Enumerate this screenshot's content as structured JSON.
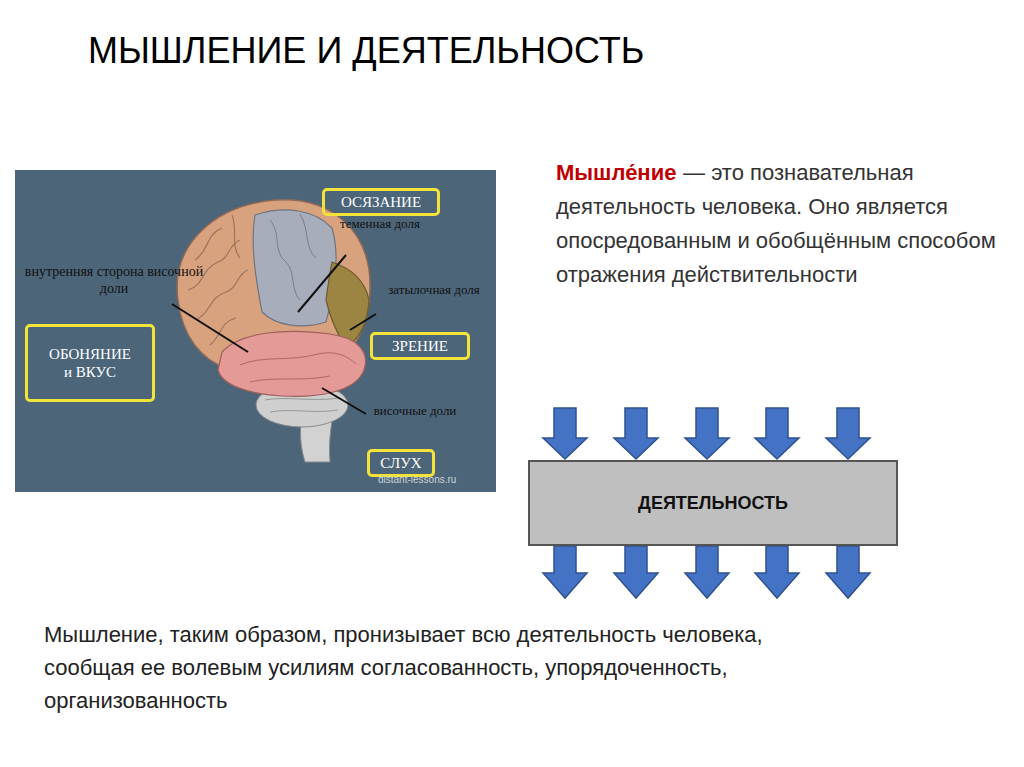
{
  "diagram": {
    "title": "МЫШЛЕНИЕ И ДЕЯТЕЛЬНОСТЬ",
    "nodes": [
      {
        "text": [
          "ОСЯЗАНИЕ"
        ]
      },
      {
        "text": [
          "ОБОНЯНИЕ и ВКУС"
        ]
      },
      {
        "text": [
          "ЗРЕНИЕ"
        ]
      },
      {
        "text": [
          "СЛУХ"
        ]
      },
      {
        "text": [
          "ДЕЯТЕЛЬНОСТЬ"
        ]
      }
    ],
    "labels": [
      "теменная доля",
      "внутренняя сторона височной доли",
      "затылочная доля",
      "височные доли",
      "distant-lessons.ru",
      "Мышле́ние",
      "— это познавательная деятельность человека. Оно является опосредованным и обобщённым способом отражения действительности",
      "Мышление, таким образом, пронизывает всю деятельность человека, сообщая ее волевым усилиям согласованность, упорядоченность, организованность"
    ]
  }
}
